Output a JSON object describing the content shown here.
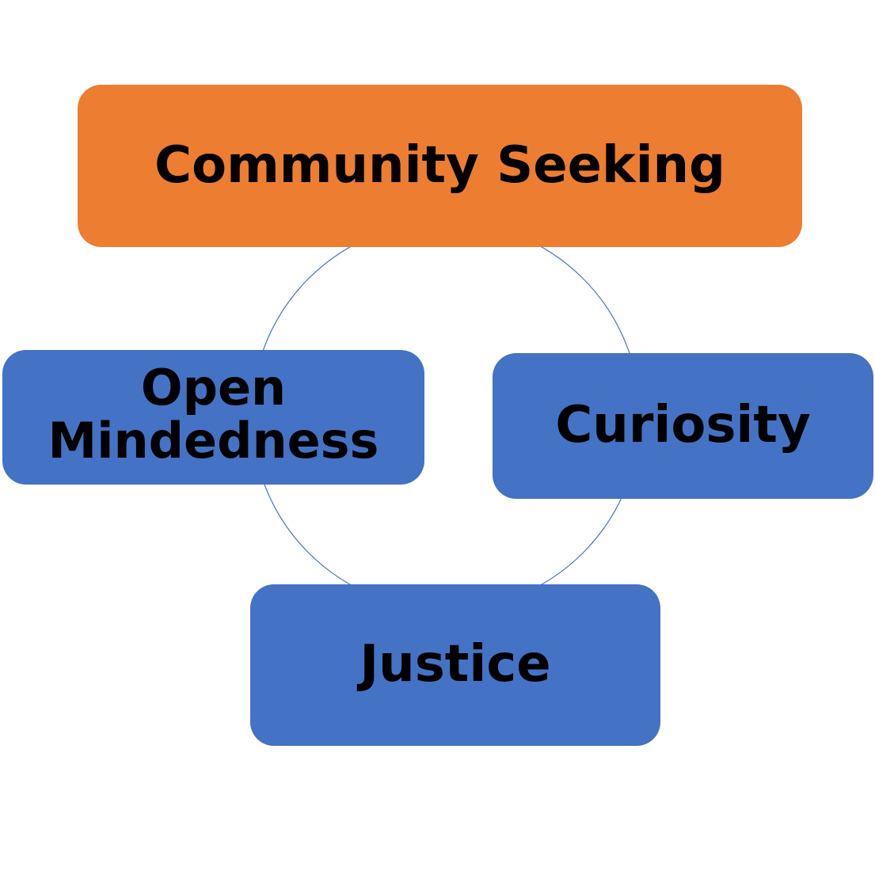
{
  "diagram": {
    "type": "cycle",
    "colors": {
      "primary": "#ED7D31",
      "secondary": "#4472C4",
      "ring": "#4472C4",
      "text": "#000000",
      "background": "#FFFFFF"
    },
    "nodes": [
      {
        "id": "community-seeking",
        "label": "Community Seeking",
        "color": "#ED7D31",
        "emphasis": "primary"
      },
      {
        "id": "curiosity",
        "label": "Curiosity",
        "color": "#4472C4",
        "emphasis": "secondary"
      },
      {
        "id": "justice",
        "label": "Justice",
        "color": "#4472C4",
        "emphasis": "secondary"
      },
      {
        "id": "open-mindedness",
        "label": "Open Mindedness",
        "label_lines": [
          "Open",
          "Mindedness"
        ],
        "color": "#4472C4",
        "emphasis": "secondary"
      }
    ]
  }
}
